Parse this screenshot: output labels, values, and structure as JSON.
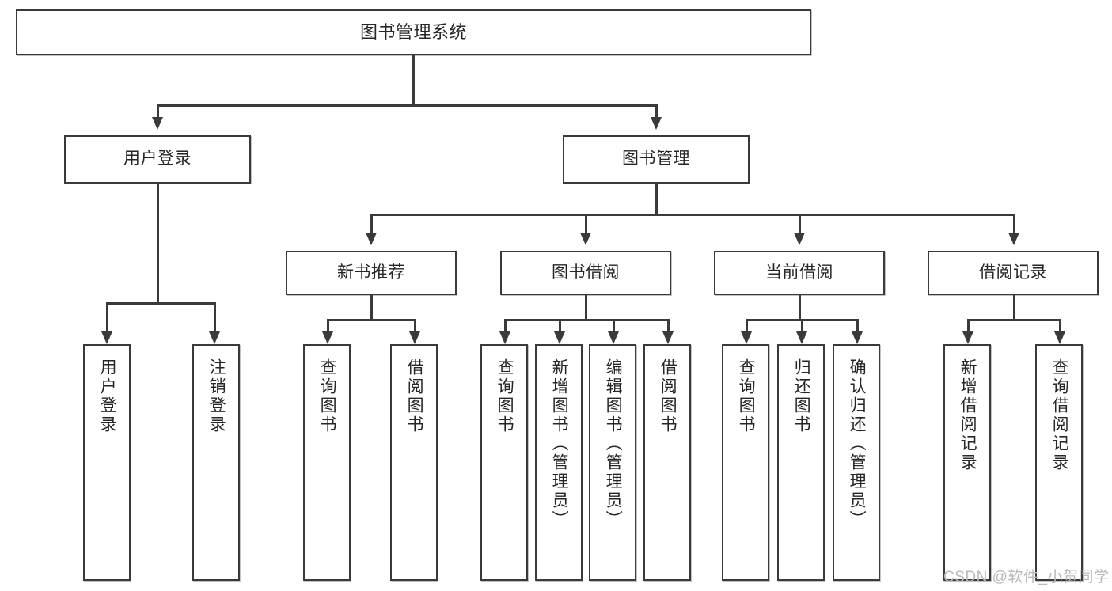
{
  "diagram": {
    "type": "tree-hierarchy-functional-decomposition",
    "title": "图书管理系统",
    "watermark": "CSDN @软件_小贺同学",
    "colors": {
      "stroke": "#3a3a3a",
      "fill": "#ffffff",
      "text": "#262626",
      "watermark": "#b9b9b9"
    },
    "levels": [
      {
        "level": 0,
        "nodes": [
          {
            "id": "root",
            "label": "图书管理系统",
            "orientation": "horizontal"
          }
        ]
      },
      {
        "level": 1,
        "nodes": [
          {
            "id": "user-login",
            "label": "用户登录",
            "orientation": "horizontal",
            "parent": "root"
          },
          {
            "id": "book-manage",
            "label": "图书管理",
            "orientation": "horizontal",
            "parent": "root"
          }
        ]
      },
      {
        "level": 2,
        "nodes": [
          {
            "id": "new-book-recommend",
            "label": "新书推荐",
            "orientation": "horizontal",
            "parent": "book-manage"
          },
          {
            "id": "book-borrow",
            "label": "图书借阅",
            "orientation": "horizontal",
            "parent": "book-manage"
          },
          {
            "id": "current-borrow",
            "label": "当前借阅",
            "orientation": "horizontal",
            "parent": "book-manage"
          },
          {
            "id": "borrow-record",
            "label": "借阅记录",
            "orientation": "horizontal",
            "parent": "book-manage"
          }
        ]
      },
      {
        "level": 3,
        "nodes": [
          {
            "id": "leaf-user-login",
            "label": "用户登录",
            "orientation": "vertical",
            "parent": "user-login"
          },
          {
            "id": "leaf-user-logout",
            "label": "注销登录",
            "orientation": "vertical",
            "parent": "user-login"
          },
          {
            "id": "leaf-query-book-1",
            "label": "查询图书",
            "orientation": "vertical",
            "parent": "new-book-recommend"
          },
          {
            "id": "leaf-borrow-book-1",
            "label": "借阅图书",
            "orientation": "vertical",
            "parent": "new-book-recommend"
          },
          {
            "id": "leaf-query-book-2",
            "label": "查询图书",
            "orientation": "vertical",
            "parent": "book-borrow"
          },
          {
            "id": "leaf-add-book",
            "label": "新增图书（管理员）",
            "orientation": "vertical",
            "parent": "book-borrow"
          },
          {
            "id": "leaf-edit-book",
            "label": "编辑图书（管理员）",
            "orientation": "vertical",
            "parent": "book-borrow"
          },
          {
            "id": "leaf-borrow-book-2",
            "label": "借阅图书",
            "orientation": "vertical",
            "parent": "book-borrow"
          },
          {
            "id": "leaf-query-book-3",
            "label": "查询图书",
            "orientation": "vertical",
            "parent": "current-borrow"
          },
          {
            "id": "leaf-return-book",
            "label": "归还图书",
            "orientation": "vertical",
            "parent": "current-borrow"
          },
          {
            "id": "leaf-confirm-return",
            "label": "确认归还（管理员）",
            "orientation": "vertical",
            "parent": "current-borrow"
          },
          {
            "id": "leaf-add-record",
            "label": "新增借阅记录",
            "orientation": "vertical",
            "parent": "borrow-record"
          },
          {
            "id": "leaf-query-record",
            "label": "查询借阅记录",
            "orientation": "vertical",
            "parent": "borrow-record"
          }
        ]
      }
    ]
  }
}
